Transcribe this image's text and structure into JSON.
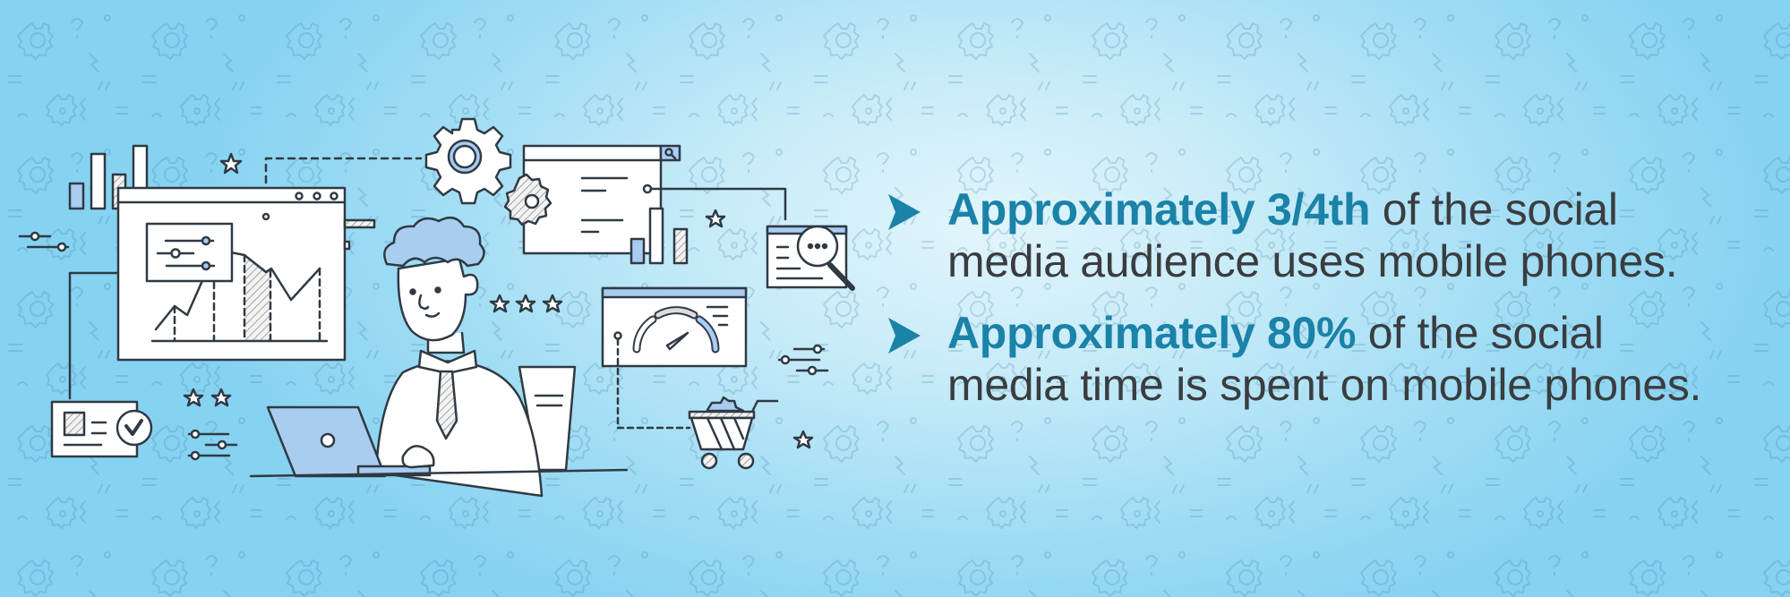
{
  "colors": {
    "highlight": "#1b82a8",
    "body_text": "#3a3d40",
    "arrow": "#1b82a8",
    "bg_light": "#e2f5fc",
    "bg_dark": "#86d2f1",
    "illustration_accent": "#a9cdf1",
    "illustration_stroke": "#2f3a44"
  },
  "facts": [
    {
      "icon": "triangle-arrow-icon",
      "highlight": "Approximately 3/4th",
      "rest_line1": " of the social",
      "line2": "media audience uses mobile phones."
    },
    {
      "icon": "triangle-arrow-icon",
      "highlight": "Approximately 80%",
      "rest_line1": " of the social",
      "line2": "media time is spent on mobile phones."
    }
  ],
  "illustration": {
    "subject": "man-working-on-laptop",
    "elements": [
      "line-chart-window",
      "bar-chart",
      "gear",
      "search-window",
      "magnifier-chat-window",
      "speedometer-window",
      "shopping-cart",
      "id-card-check",
      "sliders",
      "stars"
    ]
  }
}
